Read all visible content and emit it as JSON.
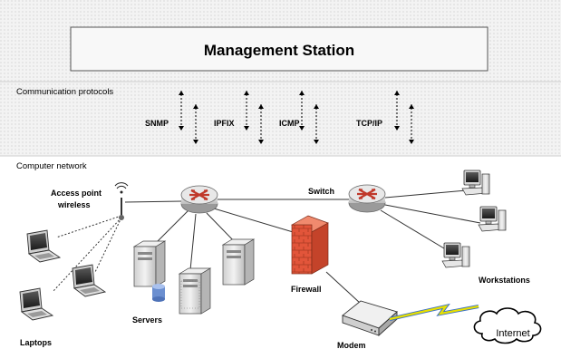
{
  "diagram": {
    "management": {
      "title": "Management Station"
    },
    "protocols": {
      "section_label": "Communication protocols",
      "items": [
        "SNMP",
        "IPFIX",
        "ICMP",
        "TCP/IP"
      ]
    },
    "network": {
      "section_label": "Computer network",
      "labels": {
        "access_point": [
          "Access point",
          "wireless"
        ],
        "switch": "Switch",
        "firewall": "Firewall",
        "servers": "Servers",
        "workstations": "Workstations",
        "laptops": "Laptops",
        "modem": "Modem",
        "internet": "Internet"
      }
    }
  },
  "colors": {
    "band_bg": "#f0f0f0",
    "router_accent": "#c0392b",
    "firewall": "#d9502f",
    "link_lightning": "#e8e000",
    "link_lightning_edge": "#3a6fc4"
  }
}
